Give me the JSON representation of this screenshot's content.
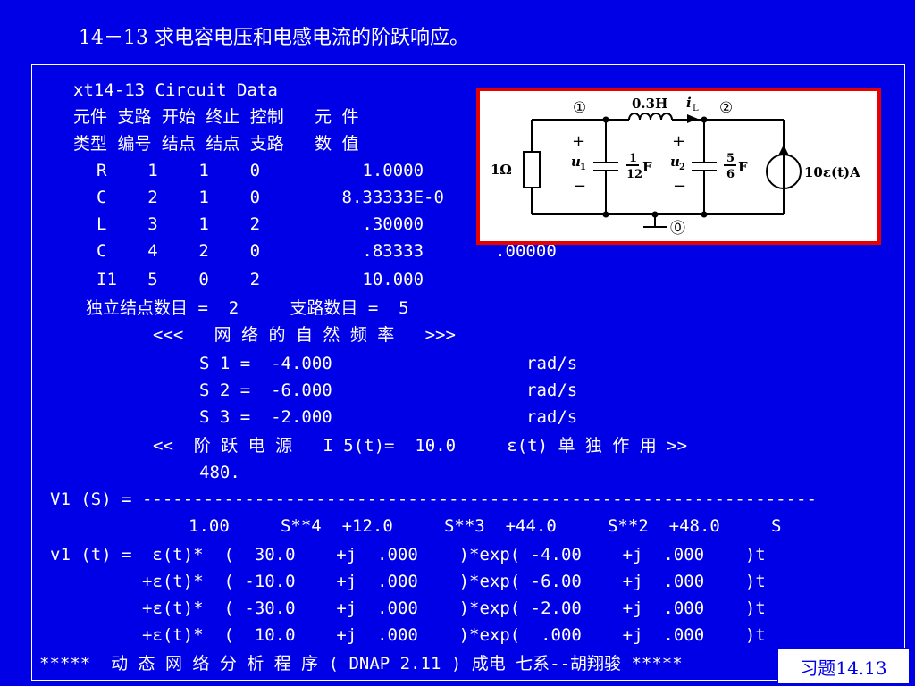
{
  "title": "14－13 求电容电压和电感电流的阶跃响应。",
  "lines": [
    "xt14-13 Circuit Data",
    "元件 支路 开始 终止 控制   元 件",
    "类型 编号 结点 结点 支路   数 值",
    "R    1    1    0          1.0000",
    "C    2    1    0        8.33333E-0",
    "L    3    1    2          .30000",
    "C    4    2    0          .83333       .00000",
    "I1   5    0    2          10.000",
    "独立结点数目 =  2     支路数目 =  5",
    "<<<   网 络 的 自 然 频 率   >>>",
    "S 1 =  -4.000                   rad/s",
    "S 2 =  -6.000                   rad/s",
    "S 3 =  -2.000                   rad/s",
    "<<  阶 跃 电 源   I 5(t)=  10.0     ε(t) 单 独 作 用 >>",
    "480.",
    "V1 (S) = ------------------------------------------------------------------",
    "1.00     S**4  +12.0     S**3  +44.0     S**2  +48.0     S",
    "v1 (t) =  ε(t)*  (  30.0    +j  .000    )*exp( -4.00    +j  .000    )t",
    "+ε(t)*  ( -10.0    +j  .000    )*exp( -6.00    +j  .000    )t",
    "+ε(t)*  ( -30.0    +j  .000    )*exp( -2.00    +j  .000    )t",
    "+ε(t)*  (  10.0    +j  .000    )*exp(  .000    +j  .000    )t",
    "*****  动 态 网 络 分 析 程 序 ( DNAP 2.11 ) 成电 七系--胡翔骏 *****"
  ],
  "circuit": {
    "node1": "①",
    "node2": "②",
    "node0": "⓪",
    "inductor": "0.3H",
    "current_i": "i",
    "current_sub": "L",
    "resistor": "1Ω",
    "plus": "+",
    "minus": "−",
    "u1": "u",
    "u1_sub": "1",
    "u2": "u",
    "u2_sub": "2",
    "c1_num": "1",
    "c1_den": "12",
    "c1_unit": "F",
    "c2_num": "5",
    "c2_den": "6",
    "c2_unit": "F",
    "source": "10ε(t)A"
  },
  "badge": "习题14.13"
}
